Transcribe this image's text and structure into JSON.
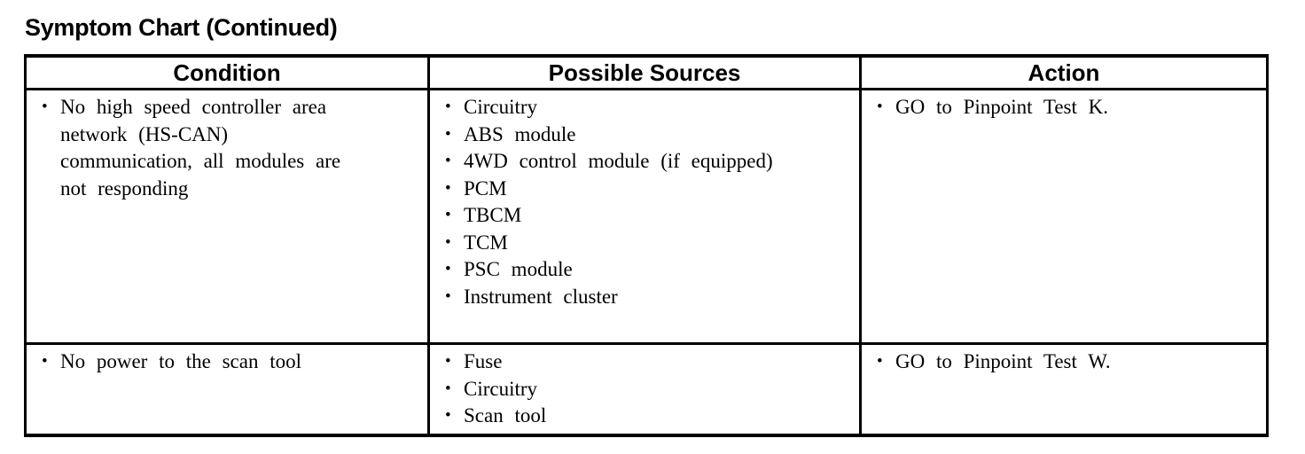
{
  "page_title": "Symptom Chart (Continued)",
  "glyphs": {
    "bullet": "•"
  },
  "colors": {
    "text": "#000000",
    "background": "#ffffff",
    "border": "#000000"
  },
  "table": {
    "headers": [
      "Condition",
      "Possible Sources",
      "Action"
    ],
    "rows": [
      {
        "condition": [
          "No high speed controller area network (HS-CAN) communication, all modules are not responding"
        ],
        "possible_sources": [
          "Circuitry",
          "ABS module",
          "4WD control module (if equipped)",
          "PCM",
          "TBCM",
          "TCM",
          "PSC module",
          "Instrument cluster"
        ],
        "action": [
          "GO to Pinpoint Test K."
        ]
      },
      {
        "condition": [
          "No power to the scan tool"
        ],
        "possible_sources": [
          "Fuse",
          "Circuitry",
          "Scan tool"
        ],
        "action": [
          "GO to Pinpoint Test W."
        ]
      }
    ]
  }
}
